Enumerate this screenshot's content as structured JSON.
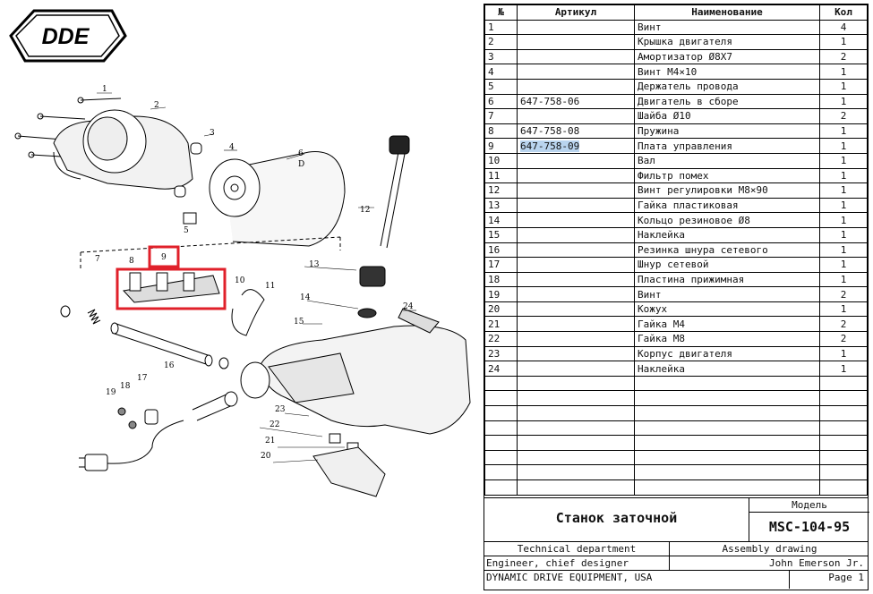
{
  "logo_text": "DDE",
  "table": {
    "headers": [
      "№",
      "Артикул",
      "Наименование",
      "Кол"
    ],
    "rows": [
      {
        "n": "1",
        "art": "",
        "name": "Винт",
        "qty": "4"
      },
      {
        "n": "2",
        "art": "",
        "name": "Крышка двигателя",
        "qty": "1"
      },
      {
        "n": "3",
        "art": "",
        "name": "Амортизатор Ø8X7",
        "qty": "2"
      },
      {
        "n": "4",
        "art": "",
        "name": "Винт М4×10",
        "qty": "1"
      },
      {
        "n": "5",
        "art": "",
        "name": "Держатель провода",
        "qty": "1"
      },
      {
        "n": "6",
        "art": "647-758-06",
        "name": "Двигатель в сборе",
        "qty": "1"
      },
      {
        "n": "7",
        "art": "",
        "name": "Шайба Ø10",
        "qty": "2"
      },
      {
        "n": "8",
        "art": "647-758-08",
        "name": "Пружина",
        "qty": "1"
      },
      {
        "n": "9",
        "art": "647-758-09",
        "name": "Плата управления",
        "qty": "1"
      },
      {
        "n": "10",
        "art": "",
        "name": "Вал",
        "qty": "1"
      },
      {
        "n": "11",
        "art": "",
        "name": "Фильтр помех",
        "qty": "1"
      },
      {
        "n": "12",
        "art": "",
        "name": "Винт регулировки М8×90",
        "qty": "1"
      },
      {
        "n": "13",
        "art": "",
        "name": "Гайка пластиковая",
        "qty": "1"
      },
      {
        "n": "14",
        "art": "",
        "name": "Кольцо резиновое  Ø8",
        "qty": "1"
      },
      {
        "n": "15",
        "art": "",
        "name": "Наклейка",
        "qty": "1"
      },
      {
        "n": "16",
        "art": "",
        "name": "Резинка шнура сетевого",
        "qty": "1"
      },
      {
        "n": "17",
        "art": "",
        "name": "Шнур сетевой",
        "qty": "1"
      },
      {
        "n": "18",
        "art": "",
        "name": "Пластина прижимная",
        "qty": "1"
      },
      {
        "n": "19",
        "art": "",
        "name": "Винт",
        "qty": "2"
      },
      {
        "n": "20",
        "art": "",
        "name": "Кожух",
        "qty": "1"
      },
      {
        "n": "21",
        "art": "",
        "name": "Гайка М4",
        "qty": "2"
      },
      {
        "n": "22",
        "art": "",
        "name": "Гайка М8",
        "qty": "2"
      },
      {
        "n": "23",
        "art": "",
        "name": "Корпус двигателя",
        "qty": "1"
      },
      {
        "n": "24",
        "art": "",
        "name": "Наклейка",
        "qty": "1"
      }
    ],
    "empty_rows": 8,
    "highlighted_row": 9
  },
  "title_block": {
    "model_label": "Модель",
    "product_name": "Станок заточной",
    "model": "MSC-104-95",
    "department": "Technical department",
    "drawing_type": "Assembly drawing",
    "role": "Engineer, chief designer",
    "engineer": "John Emerson Jr.",
    "company": "DYNAMIC DRIVE EQUIPMENT, USA",
    "page": "Page 1"
  },
  "callouts": [
    "1",
    "2",
    "3",
    "4",
    "5",
    "6",
    "D",
    "7",
    "8",
    "9",
    "10",
    "11",
    "12",
    "13",
    "14",
    "15",
    "16",
    "17",
    "18",
    "19",
    "20",
    "21",
    "22",
    "23",
    "24"
  ],
  "colors": {
    "highlight_box": "#e0202a",
    "cell_highlight": "#b9d4ee"
  }
}
